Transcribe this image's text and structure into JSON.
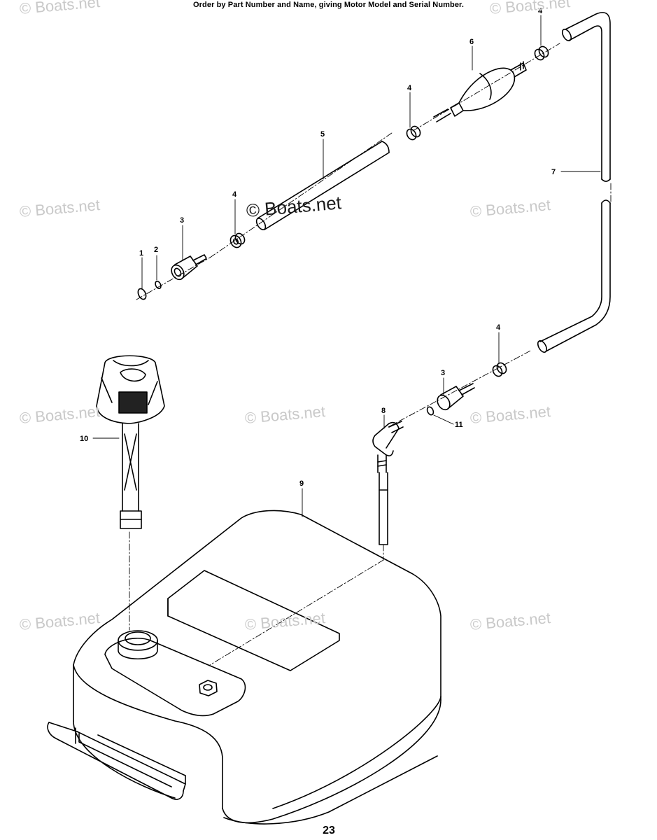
{
  "header": {
    "text": "Order by Part Number and Name, giving Motor Model and Serial Number."
  },
  "page_number": "23",
  "watermarks": [
    "© Boats.net",
    "© Boats.net",
    "© Boats.net",
    "© Boats.net",
    "© Boats.net",
    "© Boats.net",
    "© Boats.net",
    "© Boats.net",
    "© Boats.net",
    "© Boats.net",
    "© Boats.net"
  ],
  "callouts": {
    "c1": "1",
    "c2": "2",
    "c3a": "3",
    "c4a": "4",
    "c5": "5",
    "c4b": "4",
    "c6": "6",
    "c4c": "4",
    "c7": "7",
    "c4d": "4",
    "c3b": "3",
    "c8": "8",
    "c11": "11",
    "c10": "10",
    "c9": "9"
  },
  "colors": {
    "ink": "#000000",
    "watermark": "#c9c9c9"
  }
}
